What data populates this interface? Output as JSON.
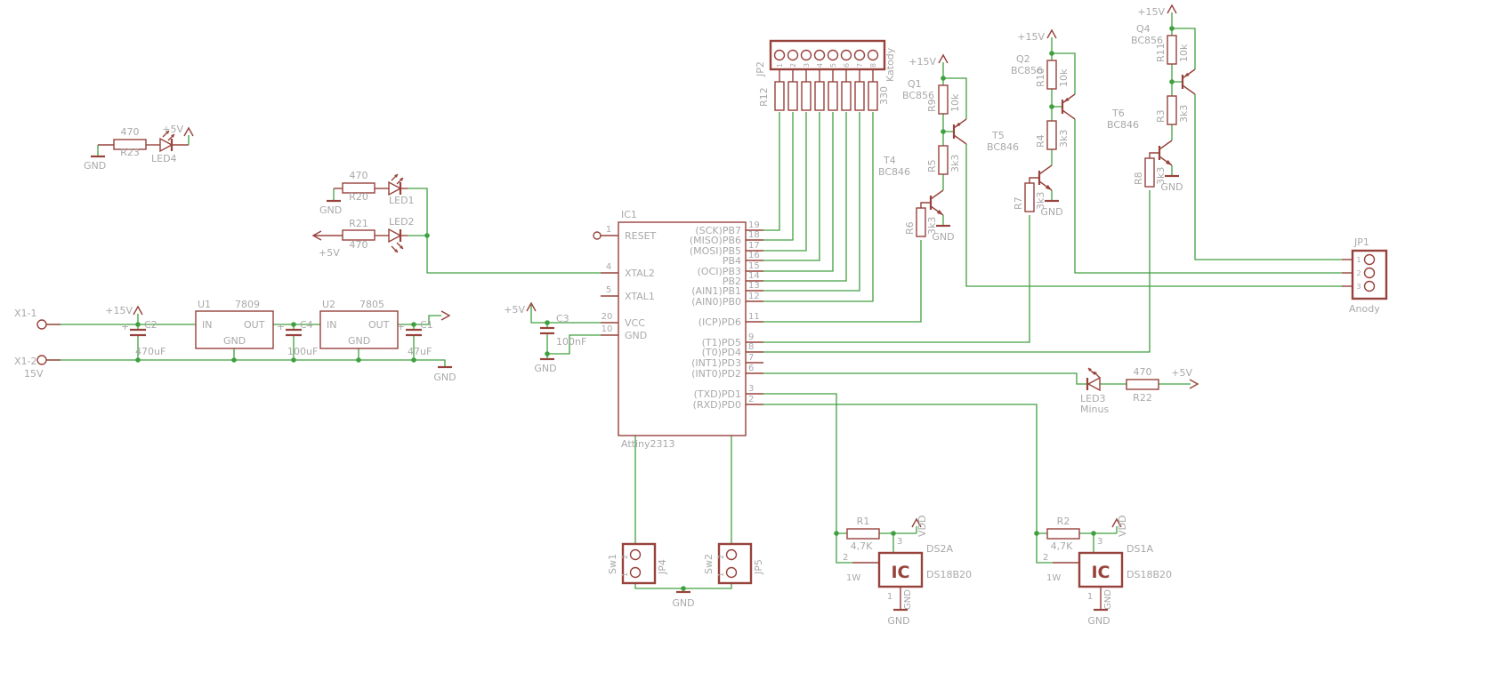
{
  "colors": {
    "symbol": "#97423b",
    "wire": "#40a040",
    "text": "#a9a9a9"
  },
  "blocks": {
    "led4": {
      "res_value": "470",
      "res_name": "R23",
      "gnd": "GND",
      "led_name": "LED4",
      "supply": "+5V"
    },
    "led1": {
      "res_value": "470",
      "res_name": "R20",
      "gnd": "GND",
      "led_name": "LED1"
    },
    "led2": {
      "res_name": "R21",
      "res_value": "470",
      "supply": "+5V",
      "led_name": "LED2"
    },
    "led3": {
      "led_name": "LED3",
      "net": "Minus",
      "res_value": "470",
      "res_name": "R22",
      "supply": "+5V"
    }
  },
  "power": {
    "x1_1": "X1-1",
    "x1_2": "X1-2",
    "input_v": "15V",
    "p15": "+15V",
    "plus": "+",
    "c2_name": "C2",
    "c2_value": "470uF",
    "u1_name": "U1",
    "u1_value": "7809",
    "u2_name": "U2",
    "u2_value": "7805",
    "reg_in": "IN",
    "reg_out": "OUT",
    "reg_gnd": "GND",
    "c4_name": "C4",
    "c4_value": "100uF",
    "c1_name": "C1",
    "c1_value": "47uF",
    "gnd": "GND"
  },
  "c3": {
    "supply": "+5V",
    "name": "C3",
    "value": "100nF",
    "gnd": "GND"
  },
  "ic1": {
    "name": "IC1",
    "value": "Attiny2313",
    "left_pins": [
      {
        "name": "RESET",
        "num": "1"
      },
      {
        "name": "XTAL2",
        "num": "4"
      },
      {
        "name": "XTAL1",
        "num": "5"
      },
      {
        "name": "VCC",
        "num": "20"
      },
      {
        "name": "GND",
        "num": "10"
      }
    ],
    "right_pins": [
      {
        "name": "(SCK)PB7",
        "num": "19"
      },
      {
        "name": "(MISO)PB6",
        "num": "18"
      },
      {
        "name": "(MOSI)PB5",
        "num": "17"
      },
      {
        "name": "PB4",
        "num": "16"
      },
      {
        "name": "(OCI)PB3",
        "num": "15"
      },
      {
        "name": "PB2",
        "num": "14"
      },
      {
        "name": "(AIN1)PB1",
        "num": "13"
      },
      {
        "name": "(AIN0)PB0",
        "num": "12"
      },
      {
        "name": "(ICP)PD6",
        "num": "11"
      },
      {
        "name": "(T1)PD5",
        "num": "9"
      },
      {
        "name": "(T0)PD4",
        "num": "8"
      },
      {
        "name": "(INT1)PD3",
        "num": "7"
      },
      {
        "name": "(INT0)PD2",
        "num": "6"
      },
      {
        "name": "(TXD)PD1",
        "num": "3"
      },
      {
        "name": "(RXD)PD0",
        "num": "2"
      }
    ]
  },
  "jp2": {
    "name": "JP2",
    "net": "Katody",
    "pins": [
      "1",
      "2",
      "3",
      "4",
      "5",
      "6",
      "7",
      "8"
    ],
    "res_name": "R12",
    "res_value": "330"
  },
  "drivers": [
    {
      "npn": "T4",
      "npn_val": "BC846",
      "pnp": "Q1",
      "pnp_val": "BC856",
      "r_base": "R6",
      "r_base_val": "3k3",
      "r_mid": "R5",
      "r_mid_val": "3k3",
      "r_pull": "R9",
      "r_pull_val": "10k",
      "supply": "+15V",
      "gnd": "GND"
    },
    {
      "npn": "T5",
      "npn_val": "BC846",
      "pnp": "Q2",
      "pnp_val": "BC856",
      "r_base": "R7",
      "r_base_val": "3k3",
      "r_mid": "R4",
      "r_mid_val": "3k3",
      "r_pull": "R10",
      "r_pull_val": "10k",
      "supply": "+15V",
      "gnd": "GND"
    },
    {
      "npn": "T6",
      "npn_val": "BC846",
      "pnp": "Q4",
      "pnp_val": "BC856",
      "r_base": "R8",
      "r_base_val": "3k3",
      "r_mid": "R3",
      "r_mid_val": "3k3",
      "r_pull": "R11",
      "r_pull_val": "10k",
      "supply": "+15V",
      "gnd": "GND"
    }
  ],
  "jp1": {
    "name": "JP1",
    "net": "Anody",
    "pins": [
      "1",
      "2",
      "3"
    ]
  },
  "switches": [
    {
      "name": "Sw1",
      "conn": "JP4",
      "pin_top": "2",
      "pin_bottom": "1"
    },
    {
      "name": "Sw2",
      "conn": "JP5",
      "pin_top": "2",
      "pin_bottom": "1"
    }
  ],
  "switch_gnd": "GND",
  "sensors": [
    {
      "res_name": "R1",
      "res_value": "4,7K",
      "pin_vdd_num": "3",
      "vdd": "VDD",
      "big_label": "IC",
      "name": "DS2A",
      "value": "DS18B20",
      "pin_dq_num": "2",
      "pin_dq_name": "1W",
      "pin_gnd_num": "1",
      "pin_gnd_name": "GND",
      "gnd": "GND"
    },
    {
      "res_name": "R2",
      "res_value": "4,7K",
      "pin_vdd_num": "3",
      "vdd": "VDD",
      "big_label": "IC",
      "name": "DS1A",
      "value": "DS18B20",
      "pin_dq_num": "2",
      "pin_dq_name": "1W",
      "pin_gnd_num": "1",
      "pin_gnd_name": "GND",
      "gnd": "GND"
    }
  ]
}
